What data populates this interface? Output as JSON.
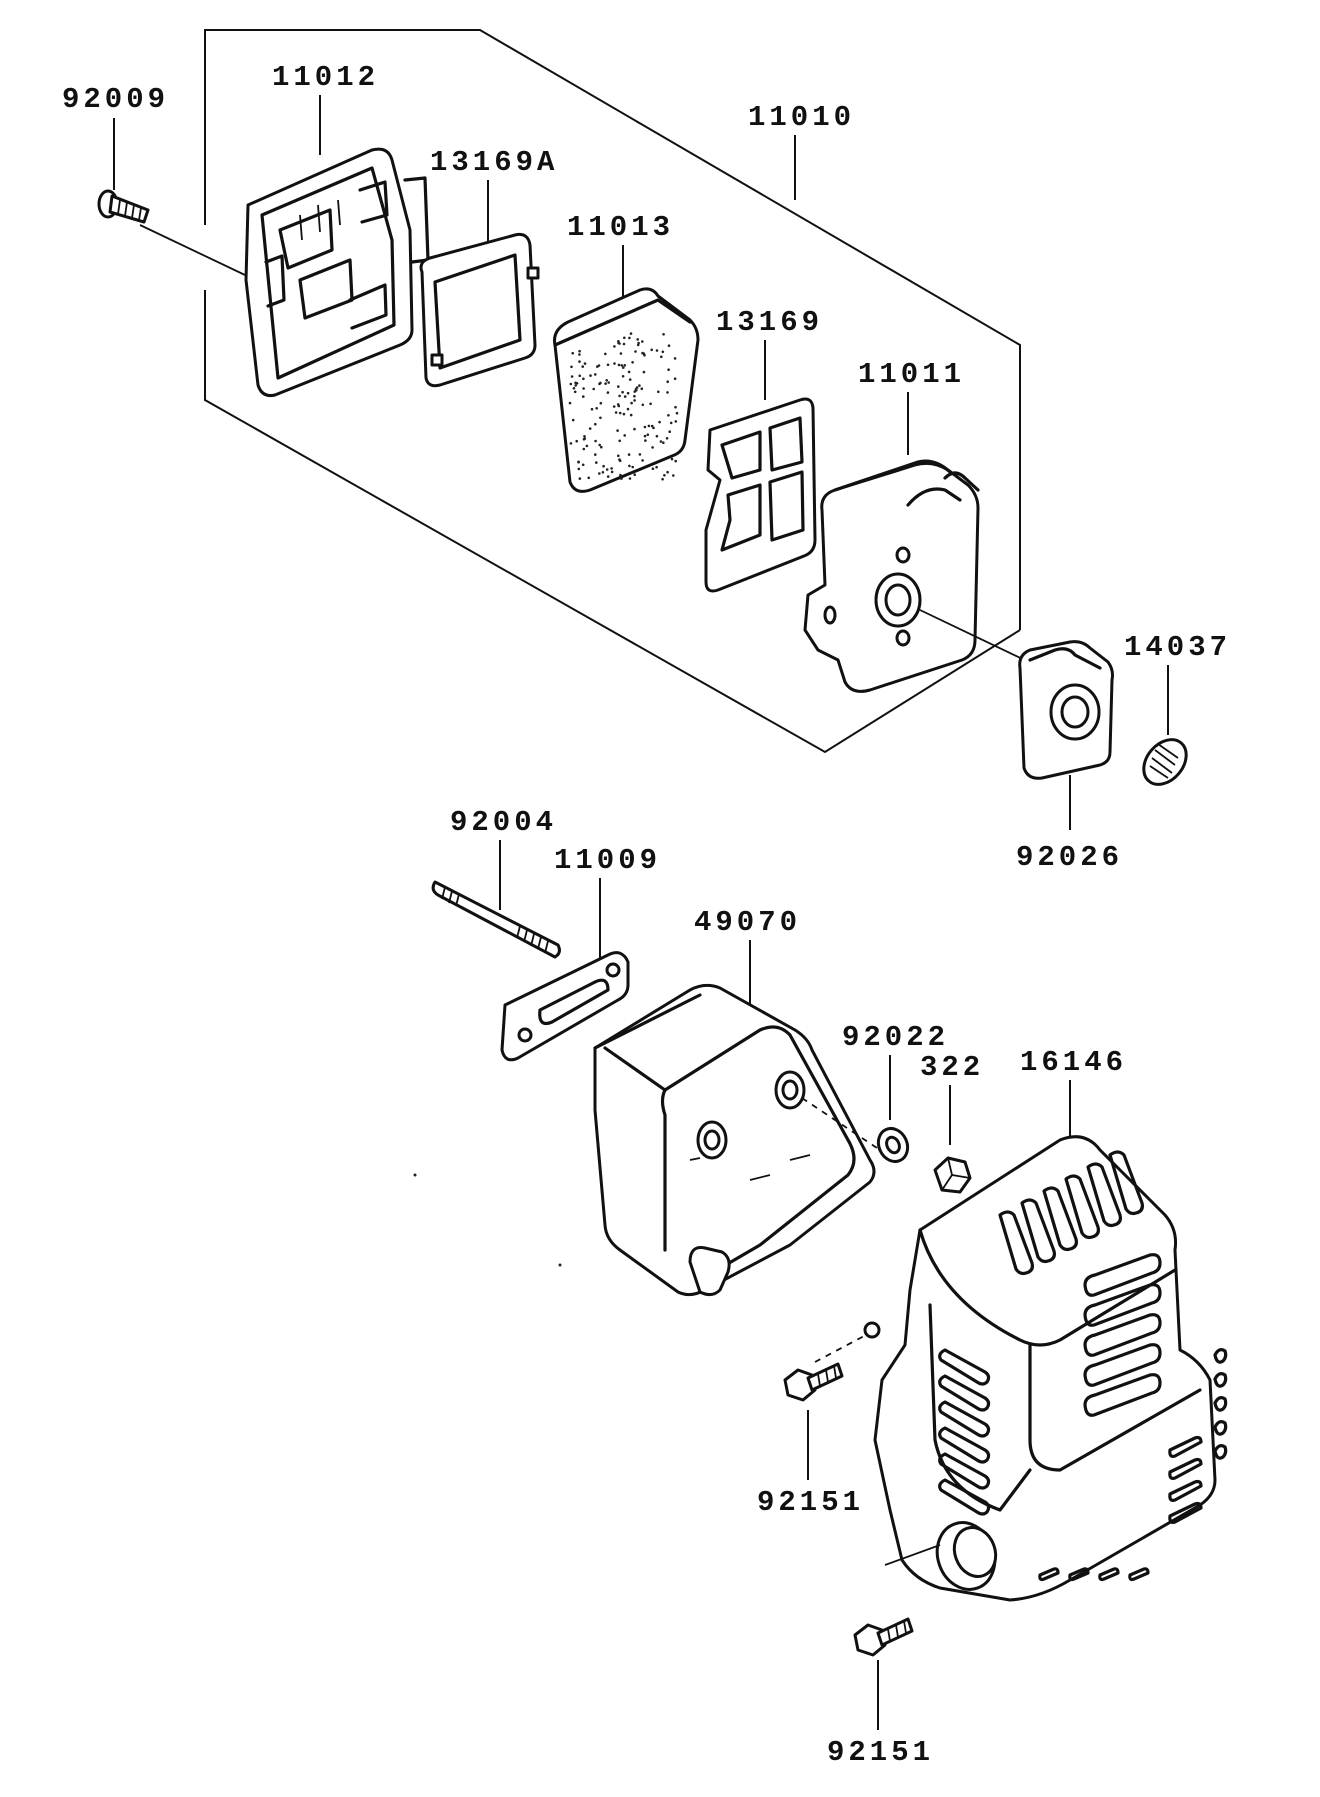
{
  "diagram": {
    "labels": {
      "p92009": "92009",
      "p11012": "11012",
      "p13169A": "13169A",
      "p11013": "11013",
      "p11010": "11010",
      "p13169": "13169",
      "p11011": "11011",
      "p14037": "14037",
      "p92026": "92026",
      "p92004": "92004",
      "p11009": "11009",
      "p49070": "49070",
      "p92022": "92022",
      "p322": "322",
      "p16146": "16146",
      "p92151a": "92151",
      "p92151b": "92151"
    }
  }
}
